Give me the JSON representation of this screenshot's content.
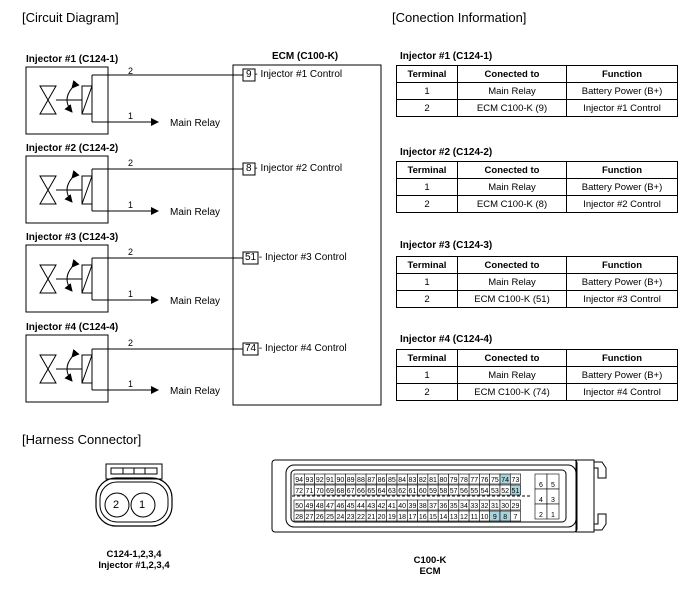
{
  "sections": {
    "circuit": "[Circuit Diagram]",
    "connection": "[Conection Information]",
    "harness": "[Harness Connector]"
  },
  "ecm_title": "ECM (C100-K)",
  "relay_label": "Main Relay",
  "injectors": [
    {
      "title": "Injector #1 (C124-1)",
      "pin_top": "2",
      "pin_bottom": "1",
      "ecm_pin": "9",
      "ecm_label": "9 - Injector #1 Control"
    },
    {
      "title": "Injector #2 (C124-2)",
      "pin_top": "2",
      "pin_bottom": "1",
      "ecm_pin": "8",
      "ecm_label": "8 - Injector #2 Control"
    },
    {
      "title": "Injector #3 (C124-3)",
      "pin_top": "2",
      "pin_bottom": "1",
      "ecm_pin": "51",
      "ecm_label": "51 - Injector #3 Control"
    },
    {
      "title": "Injector #4 (C124-4)",
      "pin_top": "2",
      "pin_bottom": "1",
      "ecm_pin": "74",
      "ecm_label": "74 - Injector #4 Control"
    }
  ],
  "connection_tables": {
    "headers": [
      "Terminal",
      "Conected to",
      "Function"
    ],
    "tables": [
      {
        "title": "Injector #1 (C124-1)",
        "rows": [
          [
            "1",
            "Main Relay",
            "Battery Power (B+)"
          ],
          [
            "2",
            "ECM C100-K (9)",
            "Injector #1 Control"
          ]
        ]
      },
      {
        "title": "Injector #2 (C124-2)",
        "rows": [
          [
            "1",
            "Main Relay",
            "Battery Power (B+)"
          ],
          [
            "2",
            "ECM C100-K (8)",
            "Injector #2 Control"
          ]
        ]
      },
      {
        "title": "Injector #3 (C124-3)",
        "rows": [
          [
            "1",
            "Main Relay",
            "Battery Power (B+)"
          ],
          [
            "2",
            "ECM C100-K (51)",
            "Injector #3 Control"
          ]
        ]
      },
      {
        "title": "Injector #4 (C124-4)",
        "rows": [
          [
            "1",
            "Main Relay",
            "Battery Power (B+)"
          ],
          [
            "2",
            "ECM C100-K (74)",
            "Injector #4 Control"
          ]
        ]
      }
    ]
  },
  "injector_connector": {
    "pin_left": "2",
    "pin_right": "1",
    "caption_line1": "C124-1,2,3,4",
    "caption_line2": "Injector #1,2,3,4"
  },
  "ecm_connector": {
    "caption_line1": "C100-K",
    "caption_line2": "ECM",
    "highlight_color": "#a8d4dc",
    "highlighted_pins": [
      "74",
      "51",
      "9",
      "8"
    ],
    "row1": [
      "94",
      "93",
      "92",
      "91",
      "90",
      "89",
      "88",
      "87",
      "86",
      "85",
      "84",
      "83",
      "82",
      "81",
      "80",
      "79",
      "78",
      "77",
      "76",
      "75",
      "74",
      "73"
    ],
    "row2": [
      "72",
      "71",
      "70",
      "69",
      "68",
      "67",
      "66",
      "65",
      "64",
      "63",
      "62",
      "61",
      "60",
      "59",
      "58",
      "57",
      "56",
      "55",
      "54",
      "53",
      "52",
      "51"
    ],
    "row3": [
      "50",
      "49",
      "48",
      "47",
      "46",
      "45",
      "44",
      "43",
      "42",
      "41",
      "40",
      "39",
      "38",
      "37",
      "36",
      "35",
      "34",
      "33",
      "32",
      "31",
      "30",
      "29"
    ],
    "row4": [
      "28",
      "27",
      "26",
      "25",
      "24",
      "23",
      "22",
      "21",
      "20",
      "19",
      "18",
      "17",
      "16",
      "15",
      "14",
      "13",
      "12",
      "11",
      "10",
      "9",
      "8",
      "7"
    ],
    "side_grid": [
      [
        "6",
        "5"
      ],
      [
        "4",
        "3"
      ],
      [
        "2",
        "1"
      ]
    ]
  }
}
